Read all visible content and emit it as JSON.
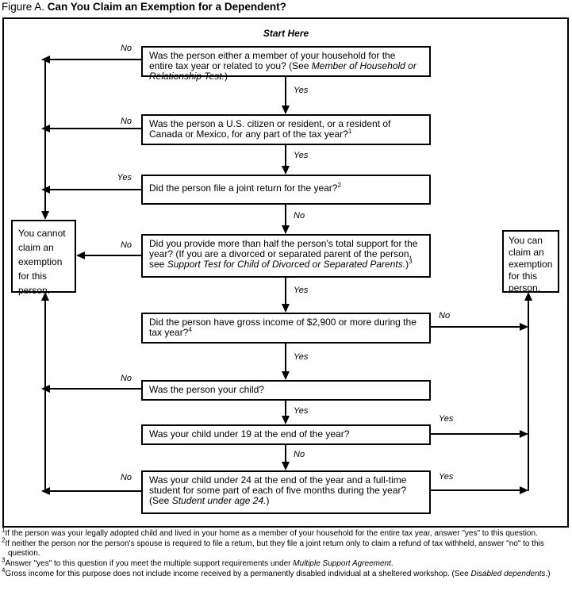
{
  "title": {
    "prefix": "Figure A.",
    "main": " Can You Claim an Exemption for a Dependent?"
  },
  "start_label": "Start Here",
  "questions": [
    {
      "id": "member-of-household",
      "segments": [
        {
          "text": "Was the person either a member of your household for the entire tax year or related to you? (See ",
          "style": "normal"
        },
        {
          "text": "Member of Household or Relationship Test.",
          "style": "italic"
        },
        {
          "text": ")",
          "style": "normal"
        }
      ]
    },
    {
      "id": "citizen-or-resident",
      "segments": [
        {
          "text": "Was the person a U.S. citizen or resident, or a resident of Canada or Mexico, for any part of the tax year?",
          "style": "normal"
        },
        {
          "text": "1",
          "style": "sup"
        }
      ]
    },
    {
      "id": "joint-return",
      "segments": [
        {
          "text": "Did the person file a joint return for the year?",
          "style": "normal"
        },
        {
          "text": "2",
          "style": "sup"
        }
      ]
    },
    {
      "id": "half-support",
      "segments": [
        {
          "text": "Did you provide more than half the person's total support for the year? (If you are a divorced or separated parent of the person, see ",
          "style": "normal"
        },
        {
          "text": "Support Test for Child of Divorced or Separated Parents.",
          "style": "italic"
        },
        {
          "text": ")",
          "style": "normal"
        },
        {
          "text": "3",
          "style": "sup"
        }
      ]
    },
    {
      "id": "gross-income",
      "segments": [
        {
          "text": "Did the person have gross income of $2,900 or more during the tax year?",
          "style": "normal"
        },
        {
          "text": "4",
          "style": "sup"
        }
      ]
    },
    {
      "id": "your-child",
      "segments": [
        {
          "text": "Was the person your child?",
          "style": "normal"
        }
      ]
    },
    {
      "id": "under-19",
      "segments": [
        {
          "text": "Was your child under 19 at the end of the year?",
          "style": "normal"
        }
      ]
    },
    {
      "id": "under-24-student",
      "segments": [
        {
          "text": "Was your child under 24 at the end of the year and a full-time student for some part of each of five months during the year? (See ",
          "style": "normal"
        },
        {
          "text": "Student under age 24.",
          "style": "italic"
        },
        {
          "text": ")",
          "style": "normal"
        }
      ]
    }
  ],
  "results": {
    "cannot": "You cannot claim an exemption for this person.",
    "can": "You can claim an exemption for this person."
  },
  "labels": {
    "q1_no": "No",
    "q1_yes": "Yes",
    "q2_no": "No",
    "q2_yes": "Yes",
    "q3_yes": "Yes",
    "q3_no": "No",
    "q4_no": "No",
    "q4_yes": "Yes",
    "q5_no": "No",
    "q5_yes": "Yes",
    "q6_no": "No",
    "q6_yes": "Yes",
    "q7_yes": "Yes",
    "q7_no": "No",
    "q8_no": "No",
    "q8_yes": "Yes"
  },
  "footnotes": [
    {
      "sup": "1",
      "segments": [
        {
          "text": "If the person was your legally adopted child and lived in your home as a member of your household for the entire tax year, answer \"yes\" to this question.",
          "style": "normal"
        }
      ]
    },
    {
      "sup": "2",
      "segments": [
        {
          "text": "If neither the person nor the person's spouse is required to file a return, but they file a joint return only to claim a refund of tax withheld, answer \"no\" to this question.",
          "style": "normal"
        }
      ]
    },
    {
      "sup": "3",
      "segments": [
        {
          "text": "Answer \"yes\" to this question if you meet the multiple support requirements under ",
          "style": "normal"
        },
        {
          "text": "Multiple Support Agreement",
          "style": "italic"
        },
        {
          "text": ".",
          "style": "normal"
        }
      ]
    },
    {
      "sup": "4",
      "segments": [
        {
          "text": "Gross income for this purpose does not include income received by a permanently disabled individual at a sheltered workshop. (See ",
          "style": "normal"
        },
        {
          "text": "Disabled dependents",
          "style": "italic"
        },
        {
          "text": ".)",
          "style": "normal"
        }
      ]
    }
  ]
}
